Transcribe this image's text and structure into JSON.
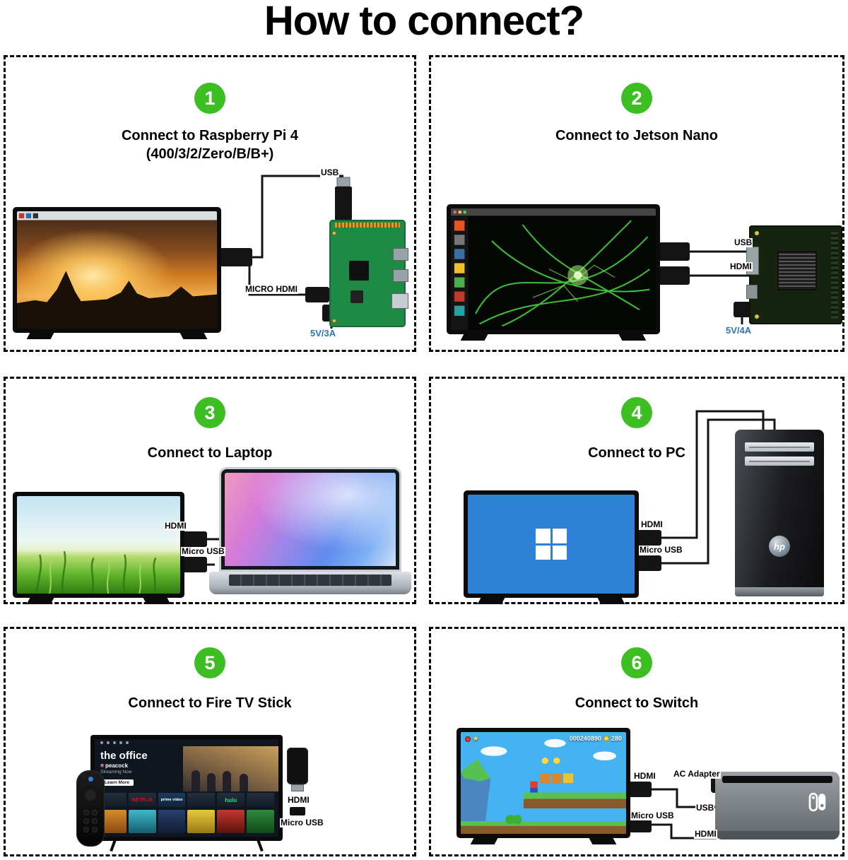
{
  "title": "How to connect?",
  "colors": {
    "badge_green": "#3dbe23",
    "power_blue": "#2e74b5"
  },
  "panels": [
    {
      "number": "1",
      "title": "Connect to Raspberry Pi 4",
      "subtitle": "(400/3/2/Zero/B/B+)",
      "labels": {
        "usb": "USB",
        "micro_hdmi": "MICRO HDMI",
        "power": "5V/3A"
      }
    },
    {
      "number": "2",
      "title": "Connect to Jetson Nano",
      "labels": {
        "usb": "USB",
        "hdmi": "HDMI",
        "power": "5V/4A"
      }
    },
    {
      "number": "3",
      "title": "Connect to Laptop",
      "labels": {
        "hdmi": "HDMI",
        "micro_usb": "Micro USB"
      }
    },
    {
      "number": "4",
      "title": "Connect to PC",
      "labels": {
        "hdmi": "HDMI",
        "micro_usb": "Micro USB"
      },
      "pc_logo": "hp"
    },
    {
      "number": "5",
      "title": "Connect to Fire TV Stick",
      "labels": {
        "hdmi": "HDMI",
        "micro_usb": "Micro USB"
      },
      "screen": {
        "show_title": "the office",
        "provider": "peacock",
        "tagline": "Streaming Now",
        "button": "Learn More",
        "apps": [
          "NETFLIX",
          "prime video",
          "hulu"
        ]
      }
    },
    {
      "number": "6",
      "title": "Connect to Switch",
      "labels": {
        "hdmi": "HDMI",
        "micro_usb": "Micro USB",
        "ac_adapter": "AC Adapter",
        "usb": "USB",
        "hdmi_2": "HDMI"
      },
      "screen": {
        "score": "000240890",
        "coins": "280"
      }
    }
  ]
}
